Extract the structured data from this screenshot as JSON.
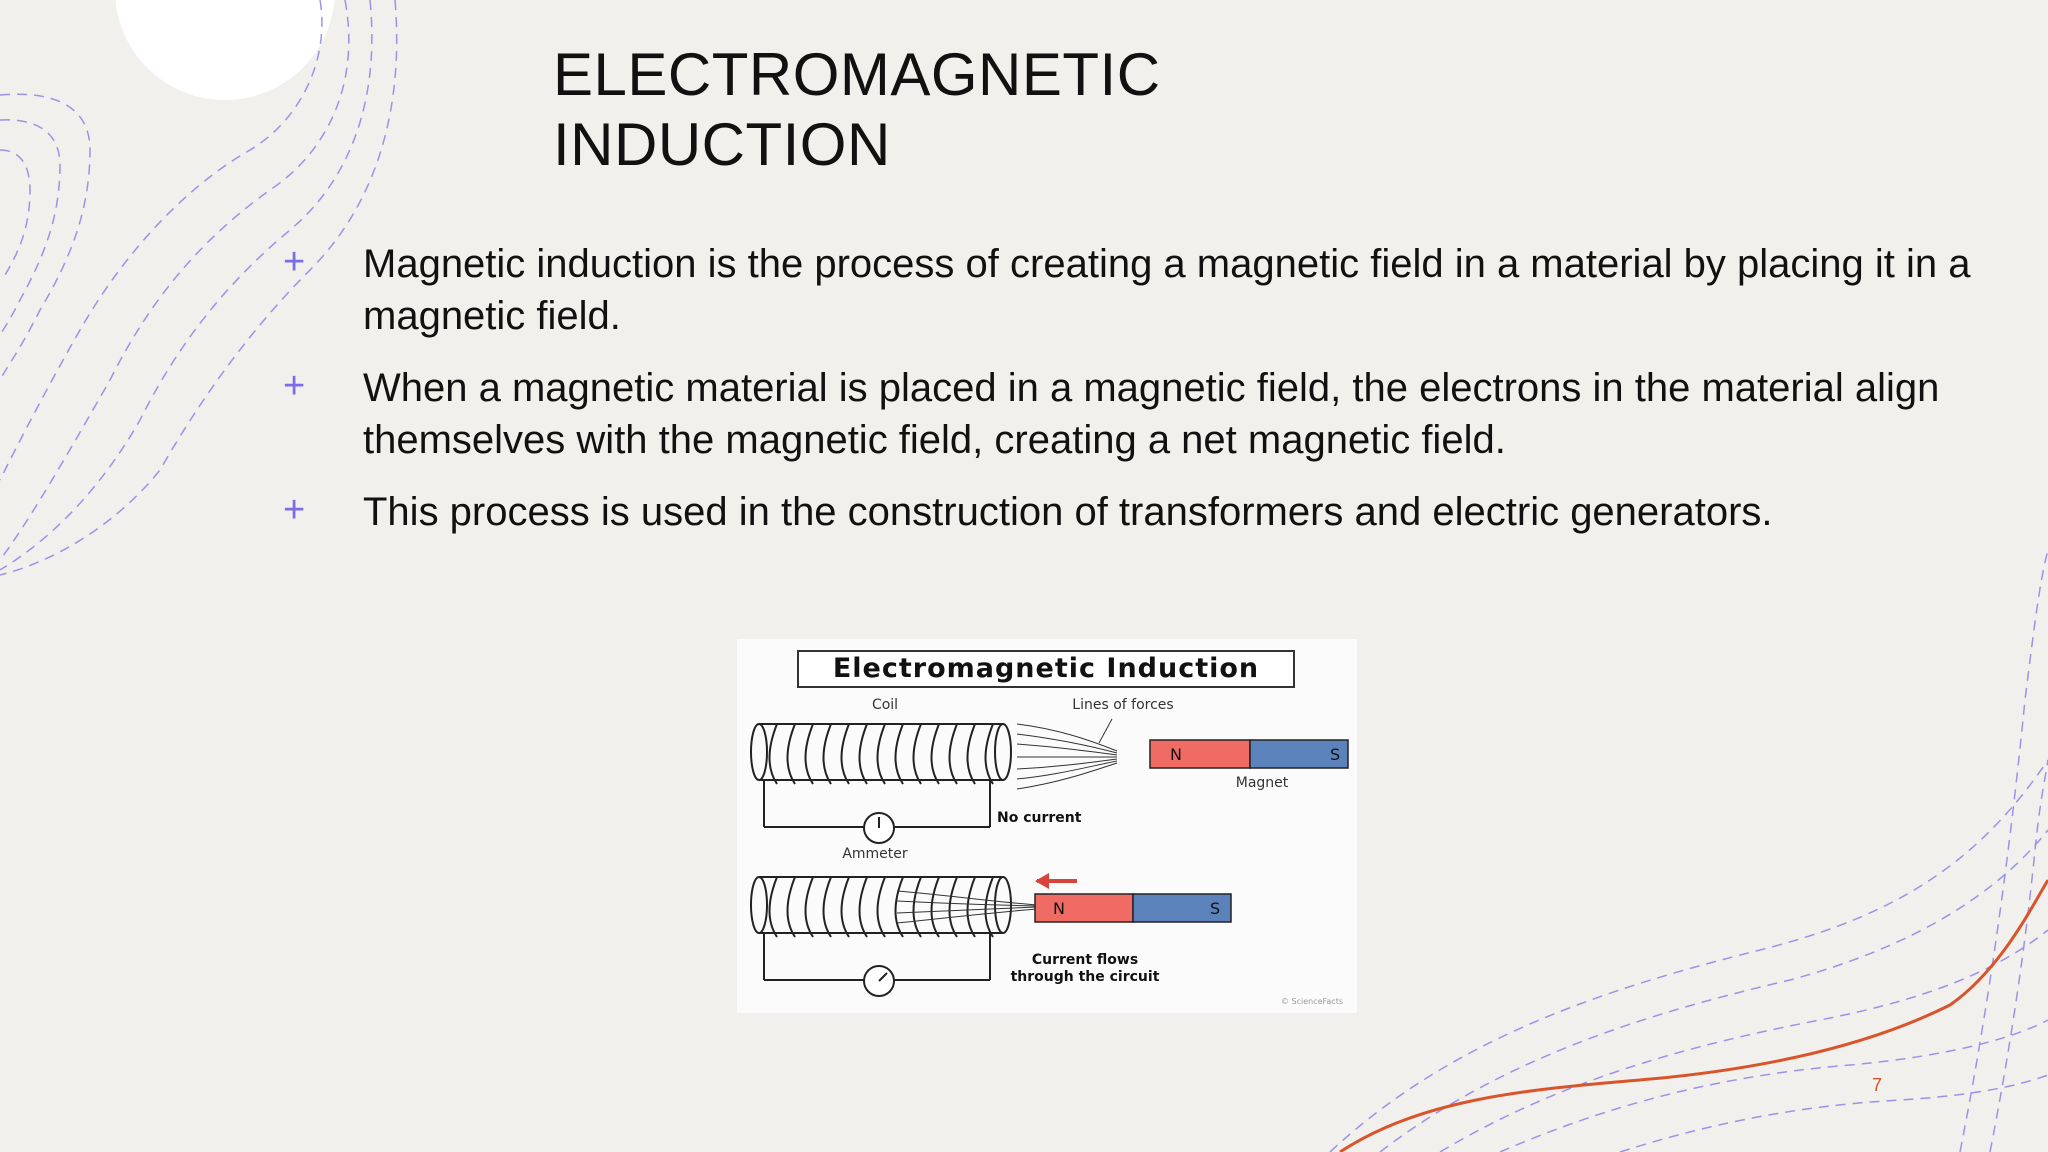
{
  "slide": {
    "title_lines": [
      "ELECTROMAGNETIC",
      "INDUCTION"
    ],
    "bullets": [
      {
        "icon": "plus-icon",
        "text": "Magnetic induction is the process of creating a magnetic field in a material by placing it in a magnetic field."
      },
      {
        "icon": "plus-icon",
        "text": "When a magnetic material is placed in a magnetic field, the electrons in the material align themselves with the magnetic field, creating a net magnetic field."
      },
      {
        "icon": "plus-icon",
        "text": "This process is used in the construction of transformers and electric generators."
      }
    ],
    "page_number": "7"
  },
  "diagram": {
    "title": "Electromagnetic Induction",
    "coil_label": "Coil",
    "lines_label": "Lines of forces",
    "magnet_label": "Magnet",
    "north": "N",
    "south": "S",
    "no_current_label": "No current",
    "ammeter_label": "Ammeter",
    "current_flows_line1": "Current flows",
    "current_flows_line2": "through the circuit",
    "watermark": "© ScienceFacts"
  },
  "colors": {
    "background": "#f1f0ec",
    "accent_plus": "#7a6ee8",
    "dashed_lines": "#8b83e6",
    "orange_line": "#d9542a",
    "magnet_north": "#ef6b63",
    "magnet_south": "#5b82bb"
  }
}
